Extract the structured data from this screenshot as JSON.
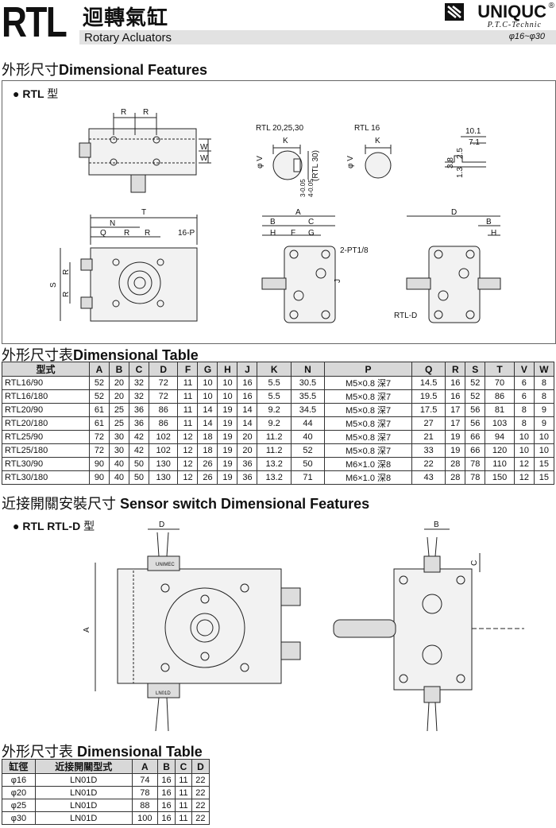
{
  "header": {
    "model": "RTL",
    "title_cn": "迴轉氣缸",
    "title_en": "Rotary Acluators",
    "brand": "UNIQUC",
    "brand_reg": "®",
    "brand_sub": "P.T.C-Technic",
    "range": "φ16~φ30"
  },
  "sections": {
    "features_cn": "外形尺寸",
    "features_en": "Dimensional Features",
    "rtl_type_label": "● RTL",
    "rtl_type_cn": "型",
    "table_cn": "外形尺寸表",
    "table_en": "Dimensional Table",
    "sensor_cn": "近接開關安裝尺寸",
    "sensor_en": "Sensor switch Dimensional Features",
    "sensor_type_label": "● RTL RTL-D",
    "sensor_type_cn": "型",
    "table2_cn": "外形尺寸表",
    "table2_en": "Dimensional Table"
  },
  "drawing_labels": {
    "R": "R",
    "W": "W",
    "T": "T",
    "N": "N",
    "Q": "Q",
    "S": "S",
    "P16": "16-P",
    "rtl20": "RTL 20,25,30",
    "rtl16": "RTL 16",
    "K": "K",
    "phiV": "φ V",
    "tol1": "3-0.05",
    "tol2": "4-0.05",
    "rtl30": "(RTL 30)",
    "d101": "10.1",
    "d71": "7.1",
    "d25": "2.5",
    "d38": "3.8",
    "d13": "1.3",
    "A": "A",
    "B": "B",
    "C": "C",
    "D": "D",
    "F": "F",
    "G": "G",
    "H": "H",
    "J": "J",
    "pt": "2-PT1/8",
    "rtld": "RTL-D",
    "unimec": "UNIMEC",
    "ln01d": "LN01D"
  },
  "table1": {
    "headers": [
      "型式",
      "A",
      "B",
      "C",
      "D",
      "F",
      "G",
      "H",
      "J",
      "K",
      "N",
      "P",
      "Q",
      "R",
      "S",
      "T",
      "V",
      "W"
    ],
    "rows": [
      [
        "RTL16/90",
        "52",
        "20",
        "32",
        "72",
        "11",
        "10",
        "10",
        "16",
        "5.5",
        "30.5",
        "M5×0.8 深7",
        "14.5",
        "16",
        "52",
        "70",
        "6",
        "8"
      ],
      [
        "RTL16/180",
        "52",
        "20",
        "32",
        "72",
        "11",
        "10",
        "10",
        "16",
        "5.5",
        "35.5",
        "M5×0.8 深7",
        "19.5",
        "16",
        "52",
        "86",
        "6",
        "8"
      ],
      [
        "RTL20/90",
        "61",
        "25",
        "36",
        "86",
        "11",
        "14",
        "19",
        "14",
        "9.2",
        "34.5",
        "M5×0.8 深7",
        "17.5",
        "17",
        "56",
        "81",
        "8",
        "9"
      ],
      [
        "RTL20/180",
        "61",
        "25",
        "36",
        "86",
        "11",
        "14",
        "19",
        "14",
        "9.2",
        "44",
        "M5×0.8 深7",
        "27",
        "17",
        "56",
        "103",
        "8",
        "9"
      ],
      [
        "RTL25/90",
        "72",
        "30",
        "42",
        "102",
        "12",
        "18",
        "19",
        "20",
        "11.2",
        "40",
        "M5×0.8 深7",
        "21",
        "19",
        "66",
        "94",
        "10",
        "10"
      ],
      [
        "RTL25/180",
        "72",
        "30",
        "42",
        "102",
        "12",
        "18",
        "19",
        "20",
        "11.2",
        "52",
        "M5×0.8 深7",
        "33",
        "19",
        "66",
        "120",
        "10",
        "10"
      ],
      [
        "RTL30/90",
        "90",
        "40",
        "50",
        "130",
        "12",
        "26",
        "19",
        "36",
        "13.2",
        "50",
        "M6×1.0 深8",
        "22",
        "28",
        "78",
        "110",
        "12",
        "15"
      ],
      [
        "RTL30/180",
        "90",
        "40",
        "50",
        "130",
        "12",
        "26",
        "19",
        "36",
        "13.2",
        "71",
        "M6×1.0 深8",
        "43",
        "28",
        "78",
        "150",
        "12",
        "15"
      ]
    ]
  },
  "table2": {
    "headers": [
      "缸徑",
      "近接開關型式",
      "A",
      "B",
      "C",
      "D"
    ],
    "rows": [
      [
        "φ16",
        "LN01D",
        "74",
        "16",
        "11",
        "22"
      ],
      [
        "φ20",
        "LN01D",
        "78",
        "16",
        "11",
        "22"
      ],
      [
        "φ25",
        "LN01D",
        "88",
        "16",
        "11",
        "22"
      ],
      [
        "φ30",
        "LN01D",
        "100",
        "16",
        "11",
        "22"
      ]
    ]
  }
}
